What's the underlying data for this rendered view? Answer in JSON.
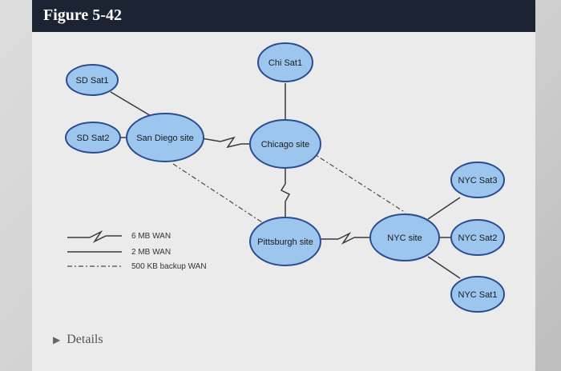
{
  "header": {
    "title": "Figure 5-42"
  },
  "nodes": {
    "sd_sat1": "SD Sat1",
    "sd_sat2": "SD Sat2",
    "san_diego": "San Diego site",
    "chi_sat1": "Chi Sat1",
    "chicago": "Chicago site",
    "pittsburgh": "Pittsburgh site",
    "nyc": "NYC site",
    "nyc_sat3": "NYC Sat3",
    "nyc_sat2": "NYC Sat2",
    "nyc_sat1": "NYC Sat1"
  },
  "legend": {
    "wan_6mb": "6 MB WAN",
    "wan_2mb": "2 MB WAN",
    "wan_backup": "500 KB backup WAN"
  },
  "details": {
    "label": "Details",
    "caret": "▶"
  }
}
